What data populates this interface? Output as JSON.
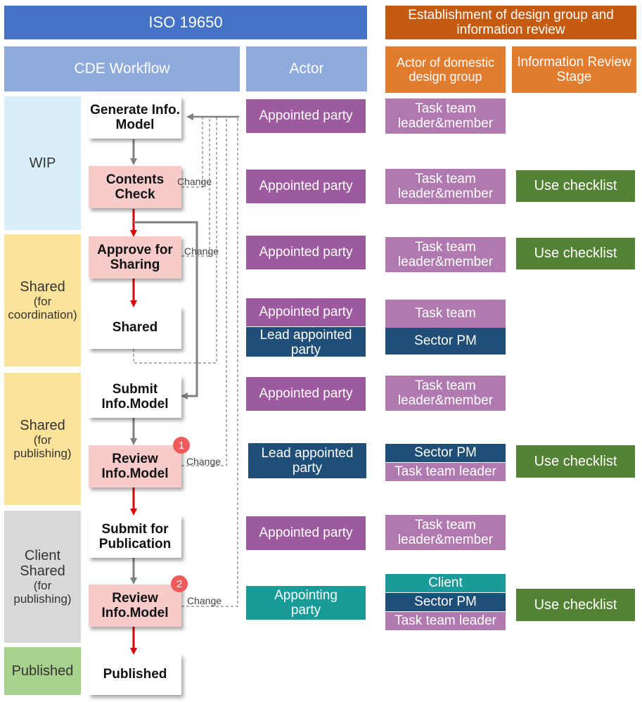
{
  "headers": {
    "iso": "ISO 19650",
    "establishment": "Establishment of design group and information review",
    "cde_workflow": "CDE Workflow",
    "actor": "Actor",
    "actor_domestic": "Actor of domestic design group",
    "info_review": "Information Review Stage"
  },
  "stages": {
    "wip": "WIP",
    "shared_coord_1": "Shared",
    "shared_coord_2": "(for coordination)",
    "shared_pub_1": "Shared",
    "shared_pub_2": "(for publishing)",
    "client_1": "Client Shared",
    "client_2": "(for publishing)",
    "published": "Published"
  },
  "workflow": {
    "generate": "Generate Info. Model",
    "contents_check": "Contents Check",
    "approve_sharing": "Approve for Sharing",
    "shared": "Shared",
    "submit_model": "Submit Info.Model",
    "review_model_1": "Review Info.Model",
    "submit_publication": "Submit for Publication",
    "review_model_2": "Review Info.Model",
    "published": "Published",
    "change": "Change",
    "badge_1": "1",
    "badge_2": "2"
  },
  "actors": {
    "appointed": "Appointed party",
    "lead_appointed": "Lead appointed party",
    "appointing": "Appointing party"
  },
  "domestic": {
    "task_team_leader_member": "Task team leader&member",
    "task_team": "Task team",
    "sector_pm": "Sector PM",
    "task_team_leader": "Task team leader",
    "client": "Client"
  },
  "review": {
    "use_checklist": "Use checklist"
  },
  "colors": {
    "header_blue": "#4472c4",
    "header_light_blue": "#8faadc",
    "header_orange": "#e27c2f",
    "wip_bg": "#d9eefb",
    "shared_bg": "#fde39a",
    "client_bg": "#d9d9d9",
    "published_bg": "#a9d18e",
    "actor_purple": "#9e5a9e",
    "actor_navy": "#1f4e79",
    "actor_teal": "#1a9a99",
    "checklist_green": "#548235",
    "arrow_red": "#e00000",
    "arrow_gray": "#808080"
  }
}
